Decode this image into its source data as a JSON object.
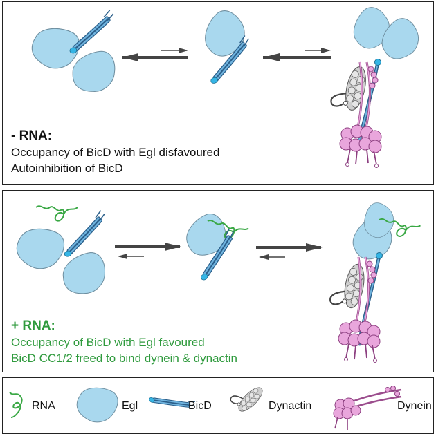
{
  "panels": {
    "minus_rna": {
      "heading": "- RNA:",
      "lines": [
        "Occupancy of BicD with Egl disfavoured",
        "Autoinhibition of BicD"
      ]
    },
    "plus_rna": {
      "heading": "+ RNA:",
      "lines": [
        "Occupancy of BicD with Egl favoured",
        "BicD CC1/2 freed to bind dynein & dynactin"
      ]
    }
  },
  "legend": {
    "items": [
      {
        "label": "RNA",
        "icon": "rna-icon"
      },
      {
        "label": "Egl",
        "icon": "egl-icon"
      },
      {
        "label": "BicD",
        "icon": "bicd-icon"
      },
      {
        "label": "Dynactin",
        "icon": "dynactin-icon"
      },
      {
        "label": "Dynein",
        "icon": "dynein-icon"
      }
    ]
  },
  "colors": {
    "egl": "#a9d8ee",
    "bicd": "#3b7fb5",
    "rna": "#3aa845",
    "dynein": "#e9a6dc",
    "dynactin": "#c8c8c8",
    "highlight_text": "#2f9a3d"
  }
}
